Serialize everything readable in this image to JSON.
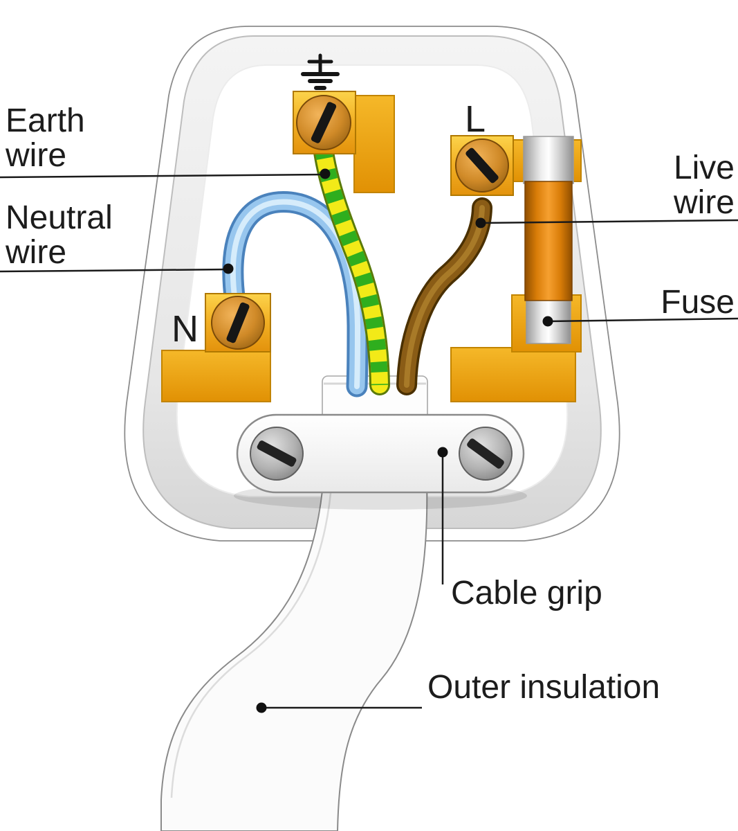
{
  "diagram": {
    "type": "labeled-illustration",
    "subject": "UK three-pin mains plug wiring diagram",
    "labels": {
      "earth_wire": {
        "line1": "Earth",
        "line2": "wire"
      },
      "neutral_wire": {
        "line1": "Neutral",
        "line2": "wire"
      },
      "live_wire": {
        "line1": "Live",
        "line2": "wire"
      },
      "fuse": "Fuse",
      "cable_grip": "Cable grip",
      "outer_insulation": "Outer insulation",
      "live_terminal_letter": "L",
      "neutral_terminal_letter": "N"
    },
    "icons": {
      "earth_symbol": "earth-ground-icon"
    },
    "colors": {
      "brass_light": "#fcd34b",
      "brass": "#f3b226",
      "brass_dark": "#e3920c",
      "neutral_blue": "#97c6ee",
      "neutral_blue_dark": "#4a82bc",
      "neutral_blue_highlight": "#d6ecfb",
      "earth_green": "#2fae1e",
      "earth_yellow": "#f2ea18",
      "earth_outline": "#5a7a0a",
      "live_brown": "#8a5c16",
      "live_brown_dark": "#4a3000",
      "live_brown_highlight": "#a87a28",
      "fuse_orange": "#d97d08",
      "body_gray": "#e3e3e3",
      "label_black": "#1a1a1a"
    }
  }
}
